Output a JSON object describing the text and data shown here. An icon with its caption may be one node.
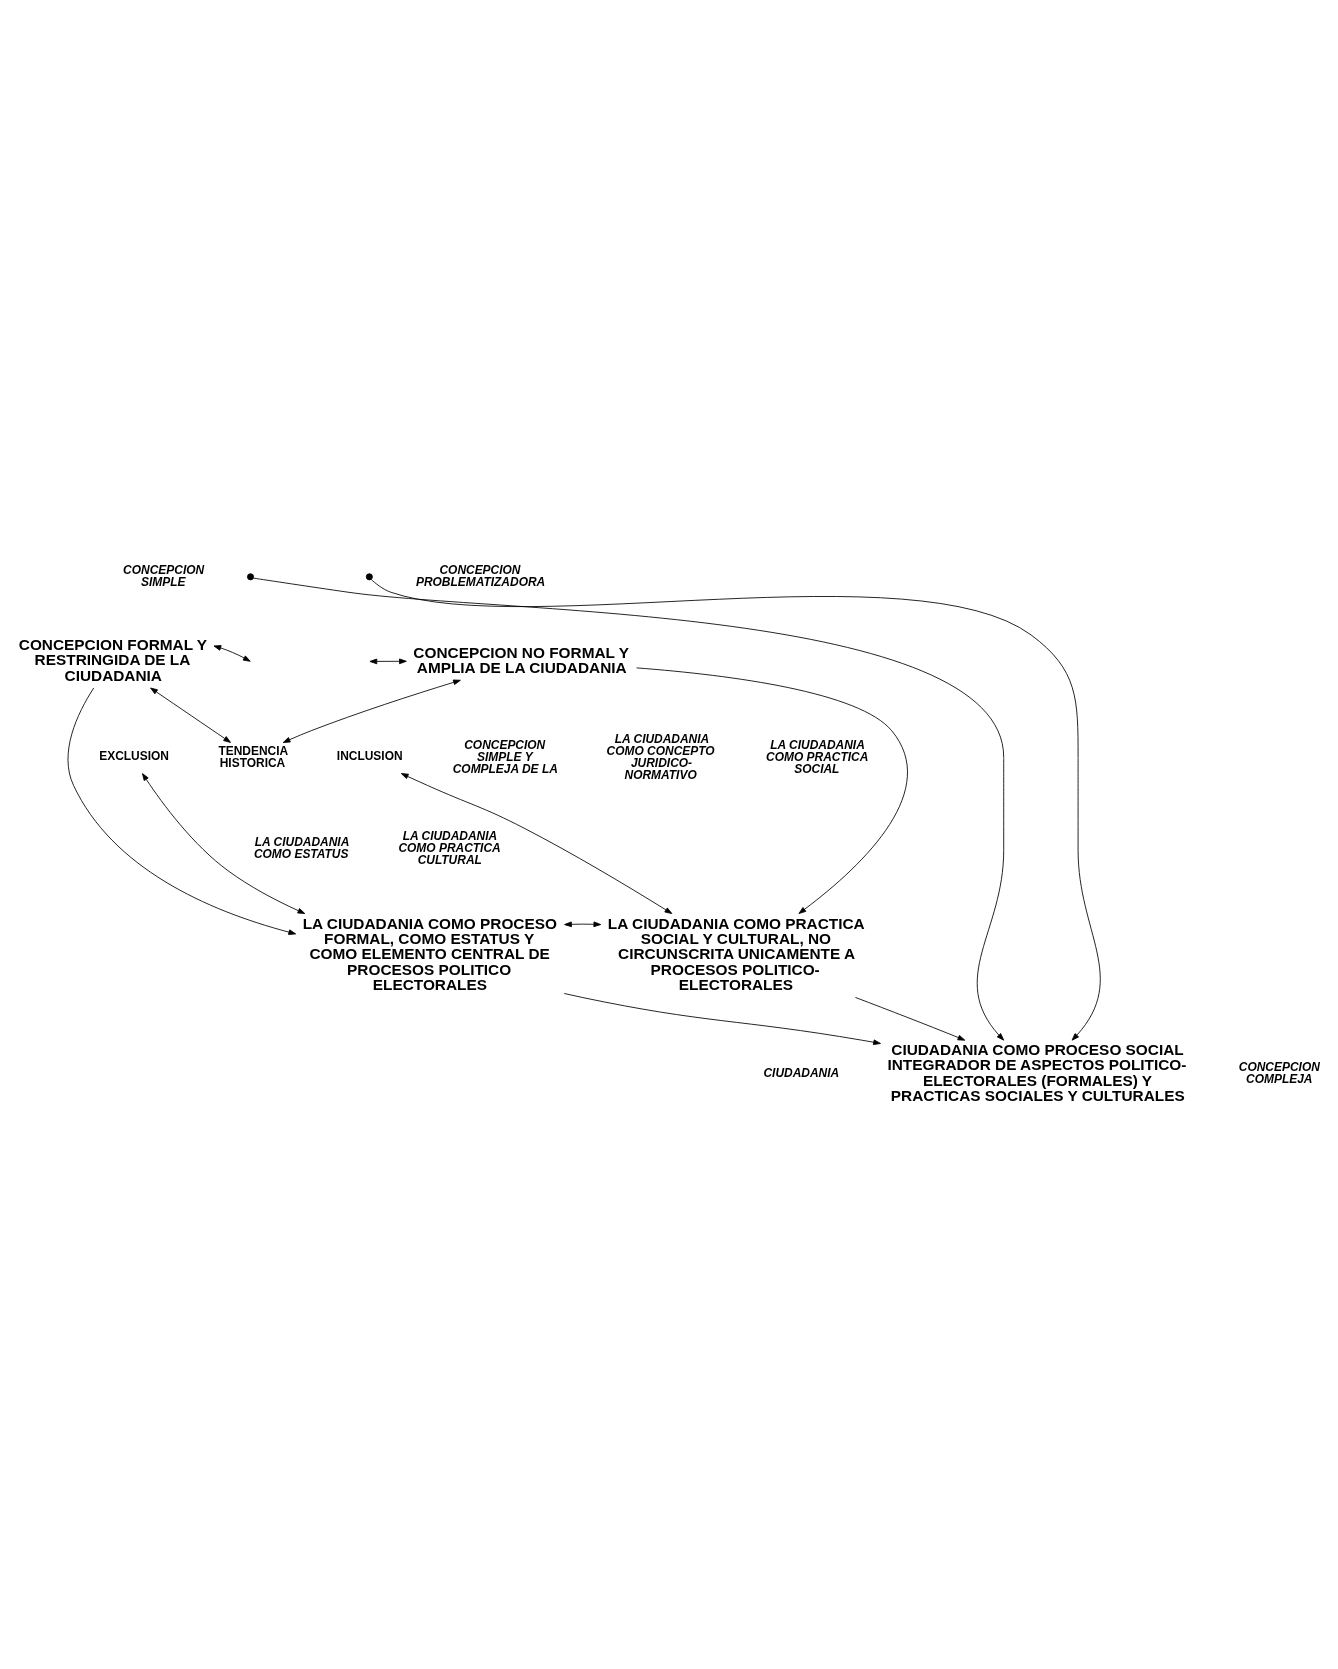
{
  "diagram": {
    "nodes": [
      {
        "text": [
          "CONCEPCION FORMAL Y RESTRINGIDA DE LA CIUDADANIA"
        ]
      },
      {
        "text": [
          "CONCEPCION NO FORMAL Y AMPLIA DE LA CIUDADANIA"
        ]
      },
      {
        "text": [
          "TENDENCIA HISTORICA"
        ]
      },
      {
        "text": [
          "EXCLUSION"
        ]
      },
      {
        "text": [
          "INCLUSION"
        ]
      },
      {
        "text": [
          "LA CIUDADANIA COMO PROCESO FORMAL, COMO ESTATUS Y COMO ELEMENTO CENTRAL DE PROCESOS POLITICO ELECTORALES"
        ]
      },
      {
        "text": [
          "LA CIUDADANIA COMO PRACTICA SOCIAL Y CULTURAL, NO CIRCUNSCRITA UNICAMENTE A PROCESOS POLITICO-ELECTORALES"
        ]
      },
      {
        "text": [
          "CIUDADANIA COMO PROCESO SOCIAL INTEGRADOR DE ASPECTOS POLITICO-ELECTORALES (FORMALES) Y PRACTICAS SOCIALES Y CULTURALES"
        ]
      }
    ],
    "edges": [
      {
        "from": 0,
        "to": null,
        "arrow": "both"
      },
      {
        "from": 1,
        "to": null,
        "arrow": "both"
      },
      {
        "from": 0,
        "to": 2,
        "arrow": "both"
      },
      {
        "from": 1,
        "to": 2,
        "arrow": "both"
      },
      {
        "from": 0,
        "to": 5,
        "arrow": "to"
      },
      {
        "from": 1,
        "to": 6,
        "arrow": "to"
      },
      {
        "from": 5,
        "to": 3,
        "arrow": "both"
      },
      {
        "from": 6,
        "to": 4,
        "arrow": "both"
      },
      {
        "from": 5,
        "to": 6,
        "arrow": "both"
      },
      {
        "from": 5,
        "to": 7,
        "arrow": "to"
      },
      {
        "from": 6,
        "to": 7,
        "arrow": "to"
      },
      {
        "from": null,
        "to": 7,
        "arrow": "to"
      },
      {
        "from": null,
        "to": 7,
        "arrow": "to"
      }
    ],
    "labels": [
      "CONCEPCION SIMPLE",
      "CONCEPCION PROBLEMATIZADORA",
      "CONCEPCION SIMPLE Y COMPLEJA DE LA",
      "LA CIUDADANIA COMO CONCEPTO JURIDICO-NORMATIVO",
      "LA CIUDADANIA COMO PRACTICA SOCIAL",
      "LA CIUDADANIA COMO ESTATUS",
      "LA CIUDADANIA COMO PRACTICA CULTURAL",
      "CIUDADANIA",
      "CONCEPCION COMPLEJA"
    ]
  }
}
